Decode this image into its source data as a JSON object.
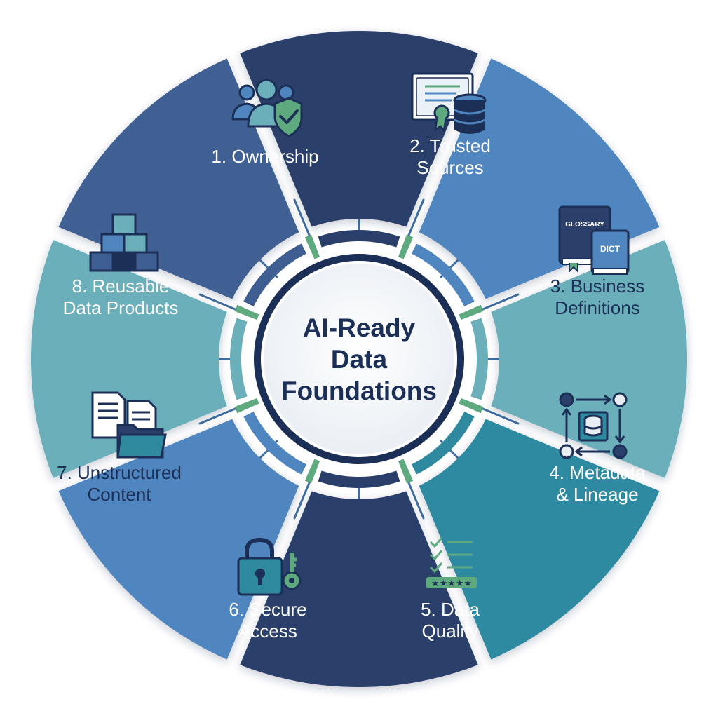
{
  "center": {
    "lines": [
      "AI-Ready",
      "Data",
      "Foundations"
    ]
  },
  "segments": [
    {
      "number": "1.",
      "lines": [
        "1. Ownership"
      ],
      "icon": "users-shield-icon"
    },
    {
      "number": "2.",
      "lines": [
        "2. Trusted",
        "Sources"
      ],
      "icon": "certificate-database-icon"
    },
    {
      "number": "3.",
      "lines": [
        "3. Business",
        "Definitions"
      ],
      "icon": "glossary-books-icon"
    },
    {
      "number": "4.",
      "lines": [
        "4. Metadata",
        "& Lineage"
      ],
      "icon": "lineage-graph-icon"
    },
    {
      "number": "5.",
      "lines": [
        "5. Data",
        "Quality"
      ],
      "icon": "checklist-rating-icon"
    },
    {
      "number": "6.",
      "lines": [
        "6. Secure",
        "Access"
      ],
      "icon": "padlock-key-icon"
    },
    {
      "number": "7.",
      "lines": [
        "7. Unstructured",
        "Content"
      ],
      "icon": "documents-folder-icon"
    },
    {
      "number": "8.",
      "lines": [
        "8. Reusable",
        "Data Products"
      ],
      "icon": "stacked-cubes-icon"
    }
  ],
  "icon_text": {
    "glossary": "GLOSSARY",
    "dict": "DICT"
  },
  "colors": {
    "navy": "#2b3f6b",
    "blue": "#4f86c0",
    "teal_light": "#6aafb9",
    "teal": "#2f8aa0",
    "steel": "#3f5f92",
    "green": "#5ea97e",
    "text_dark": "#1c2f57"
  }
}
